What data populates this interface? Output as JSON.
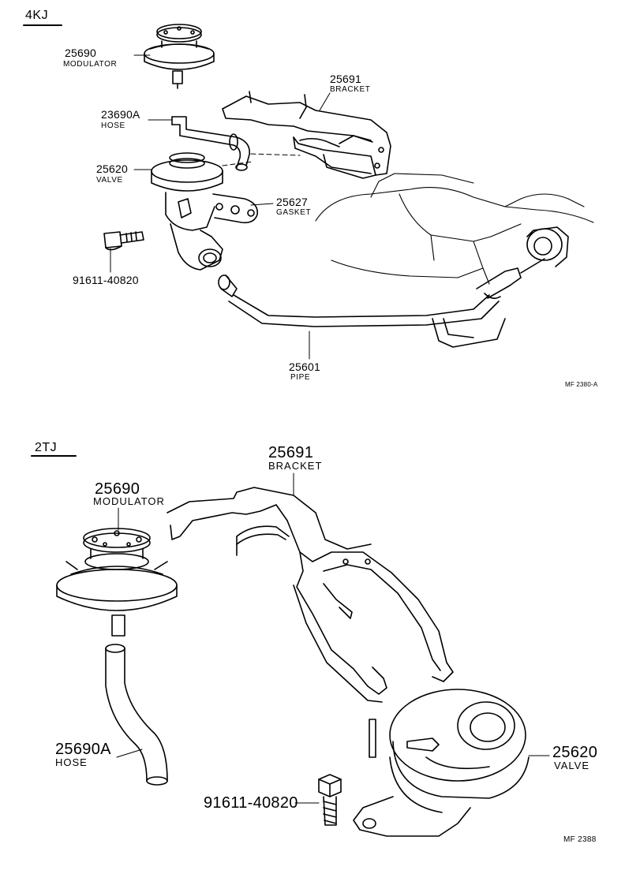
{
  "sections": [
    {
      "title": "4KJ",
      "code": "MF 2380-A",
      "parts": [
        {
          "number": "25690",
          "name": "MODULATOR"
        },
        {
          "number": "23690A",
          "name": "HOSE"
        },
        {
          "number": "25620",
          "name": "VALVE"
        },
        {
          "number": "25691",
          "name": "BRACKET"
        },
        {
          "number": "25627",
          "name": "GASKET"
        },
        {
          "number": "91611-40820",
          "name": ""
        },
        {
          "number": "25601",
          "name": "PIPE"
        }
      ]
    },
    {
      "title": "2TJ",
      "code": "MF 2388",
      "parts": [
        {
          "number": "25691",
          "name": "BRACKET"
        },
        {
          "number": "25690",
          "name": "MODULATOR"
        },
        {
          "number": "25690A",
          "name": "HOSE"
        },
        {
          "number": "25620",
          "name": "VALVE"
        },
        {
          "number": "91611-40820",
          "name": ""
        }
      ]
    }
  ]
}
